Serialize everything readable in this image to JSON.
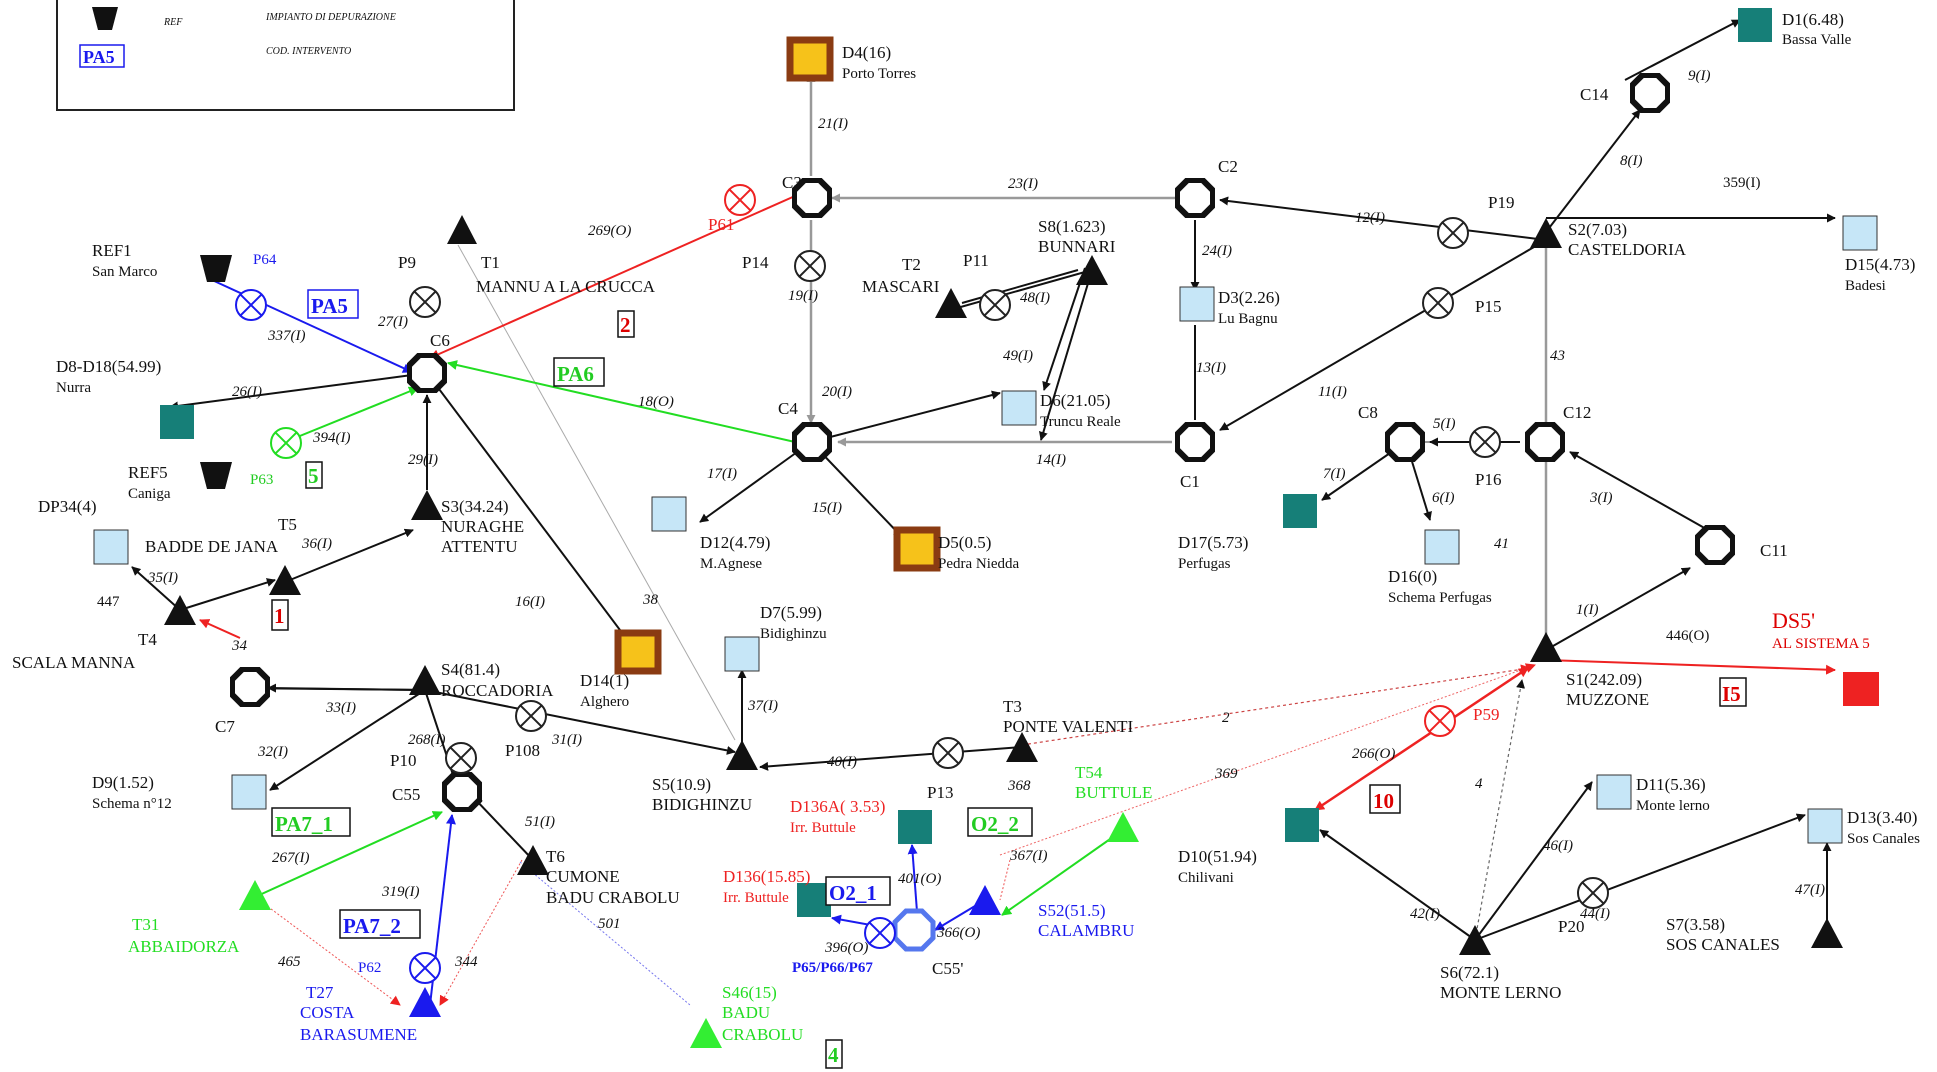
{
  "legend": {
    "plant_abbr": "REF",
    "plant_desc": "IMPIANTO DI DEPURAZIONE",
    "code_sample": "PA5",
    "code_desc": "COD. INTERVENTO"
  },
  "colors": {
    "black": "#111111",
    "gray": "#9a9a9a",
    "red": "#ee2222",
    "green": "#22dd22",
    "blue": "#1a1aee",
    "teal": "#167f78",
    "lightblue": "#c6e6f7",
    "orange": "#f6c21a",
    "brown": "#8a3b12",
    "darkred": "#cc0000"
  },
  "icons": {
    "octagon": "octagon-node-icon",
    "triangle": "triangle-node-icon",
    "square": "square-node-icon",
    "valve": "valve-icon",
    "plant": "plant-trapezoid-icon",
    "arrow": "arrow-head-icon"
  },
  "labels": {
    "D4": "D4(16)",
    "D4_name": "Porto Torres",
    "D1": "D1(6.48)",
    "D1_name": "Bassa Valle",
    "C14": "C14",
    "e9": "9(I)",
    "e8": "8(I)",
    "e359": "359(I)",
    "C3": "C3",
    "C2": "C2",
    "e21": "21(I)",
    "e23": "23(I)",
    "e12": "12(I)",
    "P19": "P19",
    "S2": "S2(7.03)",
    "S2_name": "CASTELDORIA",
    "D15": "D15(4.73)",
    "D15_name": "Badesi",
    "e269": "269(O)",
    "P61": "P61",
    "S8": "S8(1.623)",
    "S8_name": "BUNNARI",
    "REF1": "REF1",
    "REF1_name": "San Marco",
    "P64": "P64",
    "P9": "P9",
    "T1": "T1",
    "T1_name": "MANNU A LA CRUCCA",
    "P14": "P14",
    "T2": "T2",
    "T2_name": "MASCARI",
    "P11": "P11",
    "e48": "48(I)",
    "e24": "24(I)",
    "D3": "D3(2.26)",
    "D3_name": "Lu Bagnu",
    "P15": "P15",
    "e43": "43",
    "code_PA5": "PA5",
    "e337": "337(I)",
    "e27": "27(I)",
    "C6": "C6",
    "code_2": "2",
    "e19": "19(I)",
    "e49": "49(I)",
    "e13": "13(I)",
    "D8": "D8-D18(54.99)",
    "D8_name": "Nurra",
    "e26": "26(I)",
    "code_PA6": "PA6",
    "e18": "18(O)",
    "e20": "20(I)",
    "D6": "D6(21.05)",
    "D6_name": "Truncu Reale",
    "e11": "11(I)",
    "C8": "C8",
    "e5": "5(I)",
    "C12": "C12",
    "C4": "C4",
    "e394": "394(I)",
    "REF5": "REF5",
    "REF5_name": "Caniga",
    "P63": "P63",
    "code_5": "5",
    "e29": "29(I)",
    "e14": "14(I)",
    "C1": "C1",
    "P16": "P16",
    "e7": "7(I)",
    "e6": "6(I)",
    "e3": "3(I)",
    "e17": "17(I)",
    "e15": "15(I)",
    "DP34": "DP34(4)",
    "S3": "S3(34.24)",
    "S3_name1": "NURAGHE",
    "S3_name2": "ATTENTU",
    "T5": "T5",
    "T5_name": "BADDE DE JANA",
    "e36": "36(I)",
    "D12": "D12(4.79)",
    "D12_name": "M.Agnese",
    "D5": "D5(0.5)",
    "D5_name": "Pedra Niedda",
    "D17": "D17(5.73)",
    "D17_name": "Perfugas",
    "D16": "D16(0)",
    "D16_name": "Schema Perfugas",
    "e41": "41",
    "C11": "C11",
    "e35": "35(I)",
    "e447": "447",
    "code_1": "1",
    "e16": "16(I)",
    "e38": "38",
    "D7": "D7(5.99)",
    "D7_name": "Bidighinzu",
    "e1": "1(I)",
    "e446": "446(O)",
    "DS5": "DS5'",
    "DS5_name": "AL SISTEMA 5",
    "T4": "T4",
    "T4_name": "SCALA MANNA",
    "e34": "34",
    "S4": "S4(81.4)",
    "S4_name": "ROCCADORIA",
    "D14": "D14(1)",
    "D14_name": "Alghero",
    "S1": "S1(242.09)",
    "S1_name": "MUZZONE",
    "code_I5": "I5",
    "C7": "C7",
    "e33": "33(I)",
    "e268": "268(I)",
    "P108": "P108",
    "e31": "31(I)",
    "T3": "T3",
    "T3_name": "PONTE VALENTI",
    "e2": "2",
    "P59": "P59",
    "e32": "32(I)",
    "P10": "P10",
    "S5": "S5(10.9)",
    "S5_name": "BIDIGHINZU",
    "e37": "37(I)",
    "e40": "40(I)",
    "e266": "266(O)",
    "D9": "D9(1.52)",
    "D9_name": "Schema n°12",
    "C55": "C55",
    "e51": "51(I)",
    "P13": "P13",
    "e368": "368",
    "T54": "T54",
    "T54_name": "BUTTULE",
    "e369": "369",
    "e4": "4",
    "code_10": "10",
    "D11": "D11(5.36)",
    "D11_name": "Monte lerno",
    "D13": "D13(3.40)",
    "D13_name": "Sos Canales",
    "code_PA71": "PA7_1",
    "D136A": "D136A( 3.53)",
    "D136A_name": "Irr. Buttule",
    "code_O22": "O2_2",
    "e267": "267(I)",
    "T6": "T6",
    "T6_name1": "CUMONE",
    "T6_name2": "BADU CRABOLU",
    "e401": "401(O)",
    "e367": "367(I)",
    "D10": "D10(51.94)",
    "D10_name": "Chilivani",
    "e46": "46(I)",
    "D136": "D136(15.85)",
    "D136_name": "Irr. Buttule",
    "code_O21": "O2_1",
    "e319": "319(I)",
    "e42": "42(I)",
    "e44": "44(I)",
    "e47": "47(I)",
    "S52": "S52(51.5)",
    "S52_name": "CALAMBRU",
    "T31": "T31",
    "T31_name": "ABBAIDORZA",
    "code_PA72": "PA7_2",
    "e501": "501",
    "e396": "396(O)",
    "e366": "366(O)",
    "P65": "P65/P66/P67",
    "C55p": "C55'",
    "P20": "P20",
    "S7": "S7(3.58)",
    "S7_name": "SOS CANALES",
    "e465": "465",
    "P62": "P62",
    "e344": "344",
    "T27": "T27",
    "T27_name1": "COSTA",
    "T27_name2": "BARASUMENE",
    "S6": "S6(72.1)",
    "S6_name": "MONTE LERNO",
    "S46": "S46(15)",
    "S46_name1": "BADU",
    "S46_name2": "CRABOLU",
    "code_4": "4"
  }
}
